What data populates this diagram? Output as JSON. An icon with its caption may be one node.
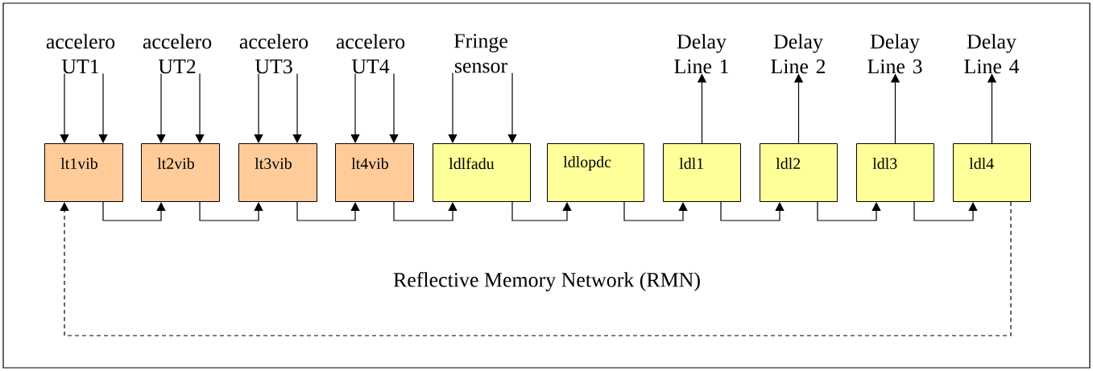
{
  "diagram": {
    "nodes": [
      {
        "text": [
          "accelero UT1"
        ]
      },
      {
        "text": [
          "accelero UT2"
        ]
      },
      {
        "text": [
          "accelero UT3"
        ]
      },
      {
        "text": [
          "accelero UT4"
        ]
      },
      {
        "text": [
          "Fringe sensor"
        ]
      },
      {
        "text": [
          "Delay Line 1"
        ]
      },
      {
        "text": [
          "Delay Line 2"
        ]
      },
      {
        "text": [
          "Delay Line 3"
        ]
      },
      {
        "text": [
          "Delay Line 4"
        ]
      },
      {
        "text": [
          "lt1vib"
        ]
      },
      {
        "text": [
          "lt2vib"
        ]
      },
      {
        "text": [
          "lt3vib"
        ]
      },
      {
        "text": [
          "lt4vib"
        ]
      },
      {
        "text": [
          "ldlfadu"
        ]
      },
      {
        "text": [
          "ldlopdc"
        ]
      },
      {
        "text": [
          "ldl1"
        ]
      },
      {
        "text": [
          "ldl2"
        ]
      },
      {
        "text": [
          "ldl3"
        ]
      },
      {
        "text": [
          "ldl4"
        ]
      }
    ],
    "edges": [
      {
        "from": 0,
        "to": 9,
        "arrow": "to"
      },
      {
        "from": 0,
        "to": 9,
        "arrow": "to"
      },
      {
        "from": 1,
        "to": 10,
        "arrow": "to"
      },
      {
        "from": 1,
        "to": 10,
        "arrow": "to"
      },
      {
        "from": 2,
        "to": 11,
        "arrow": "to"
      },
      {
        "from": 2,
        "to": 11,
        "arrow": "to"
      },
      {
        "from": 3,
        "to": 12,
        "arrow": "to"
      },
      {
        "from": 3,
        "to": 12,
        "arrow": "to"
      },
      {
        "from": 4,
        "to": 13,
        "arrow": "to"
      },
      {
        "from": 4,
        "to": 13,
        "arrow": "to"
      },
      {
        "from": 15,
        "to": 5,
        "arrow": "to"
      },
      {
        "from": 16,
        "to": 6,
        "arrow": "to"
      },
      {
        "from": 17,
        "to": 7,
        "arrow": "to"
      },
      {
        "from": 18,
        "to": 8,
        "arrow": "to"
      },
      {
        "from": 9,
        "to": 10,
        "arrow": "to"
      },
      {
        "from": 10,
        "to": 11,
        "arrow": "to"
      },
      {
        "from": 11,
        "to": 12,
        "arrow": "to"
      },
      {
        "from": 12,
        "to": 13,
        "arrow": "to"
      },
      {
        "from": 13,
        "to": 14,
        "arrow": "to"
      },
      {
        "from": 14,
        "to": 15,
        "arrow": "to"
      },
      {
        "from": 15,
        "to": 16,
        "arrow": "to"
      },
      {
        "from": 16,
        "to": 17,
        "arrow": "to"
      },
      {
        "from": 17,
        "to": 18,
        "arrow": "to"
      },
      {
        "from": 18,
        "to": 9,
        "arrow": "to",
        "style": "dashed"
      }
    ],
    "labels": [
      "Reflective Memory Network (RMN)"
    ]
  }
}
